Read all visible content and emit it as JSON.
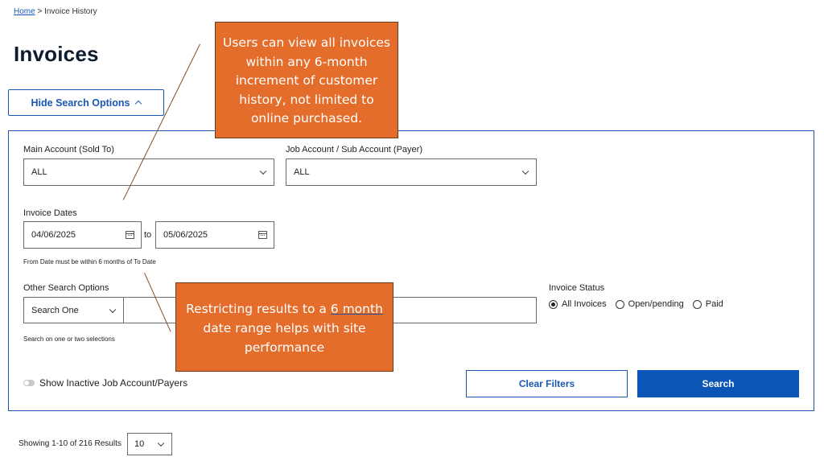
{
  "breadcrumb": {
    "home": "Home",
    "separator": " > ",
    "current": "Invoice History"
  },
  "page": {
    "title": "Invoices"
  },
  "toggle": {
    "label": "Hide Search Options"
  },
  "filters": {
    "main_account": {
      "label": "Main Account (Sold To)",
      "value": "ALL"
    },
    "job_account": {
      "label": "Job Account / Sub Account (Payer)",
      "value": "ALL"
    },
    "invoice_dates": {
      "label": "Invoice Dates",
      "from": "04/06/2025",
      "to_label": "to",
      "to": "05/06/2025",
      "hint": "From Date must be within 6 months of To Date"
    },
    "other_search": {
      "label": "Other Search Options",
      "select_value": "Search One",
      "text_value": "",
      "hint": "Search on one or two selections"
    },
    "invoice_status": {
      "label": "Invoice Status",
      "options": [
        "All Invoices",
        "Open/pending",
        "Paid"
      ],
      "selected": "All Invoices"
    },
    "inactive_toggle": {
      "label": "Show Inactive Job Account/Payers",
      "on": false
    },
    "clear_button": "Clear Filters",
    "search_button": "Search"
  },
  "results": {
    "showing": "Showing 1-10 of 216 Results",
    "page_size": "10"
  },
  "callouts": {
    "top": "Users can view all invoices within any 6-month increment of customer history, not limited to online purchased.",
    "bottom_pre": "Restricting results to a ",
    "bottom_underlined": "6 month",
    "bottom_post": " date range helps with site performance"
  },
  "colors": {
    "accent": "#1a57b5",
    "primary_button": "#0b55b7",
    "callout": "#e46d2c"
  }
}
